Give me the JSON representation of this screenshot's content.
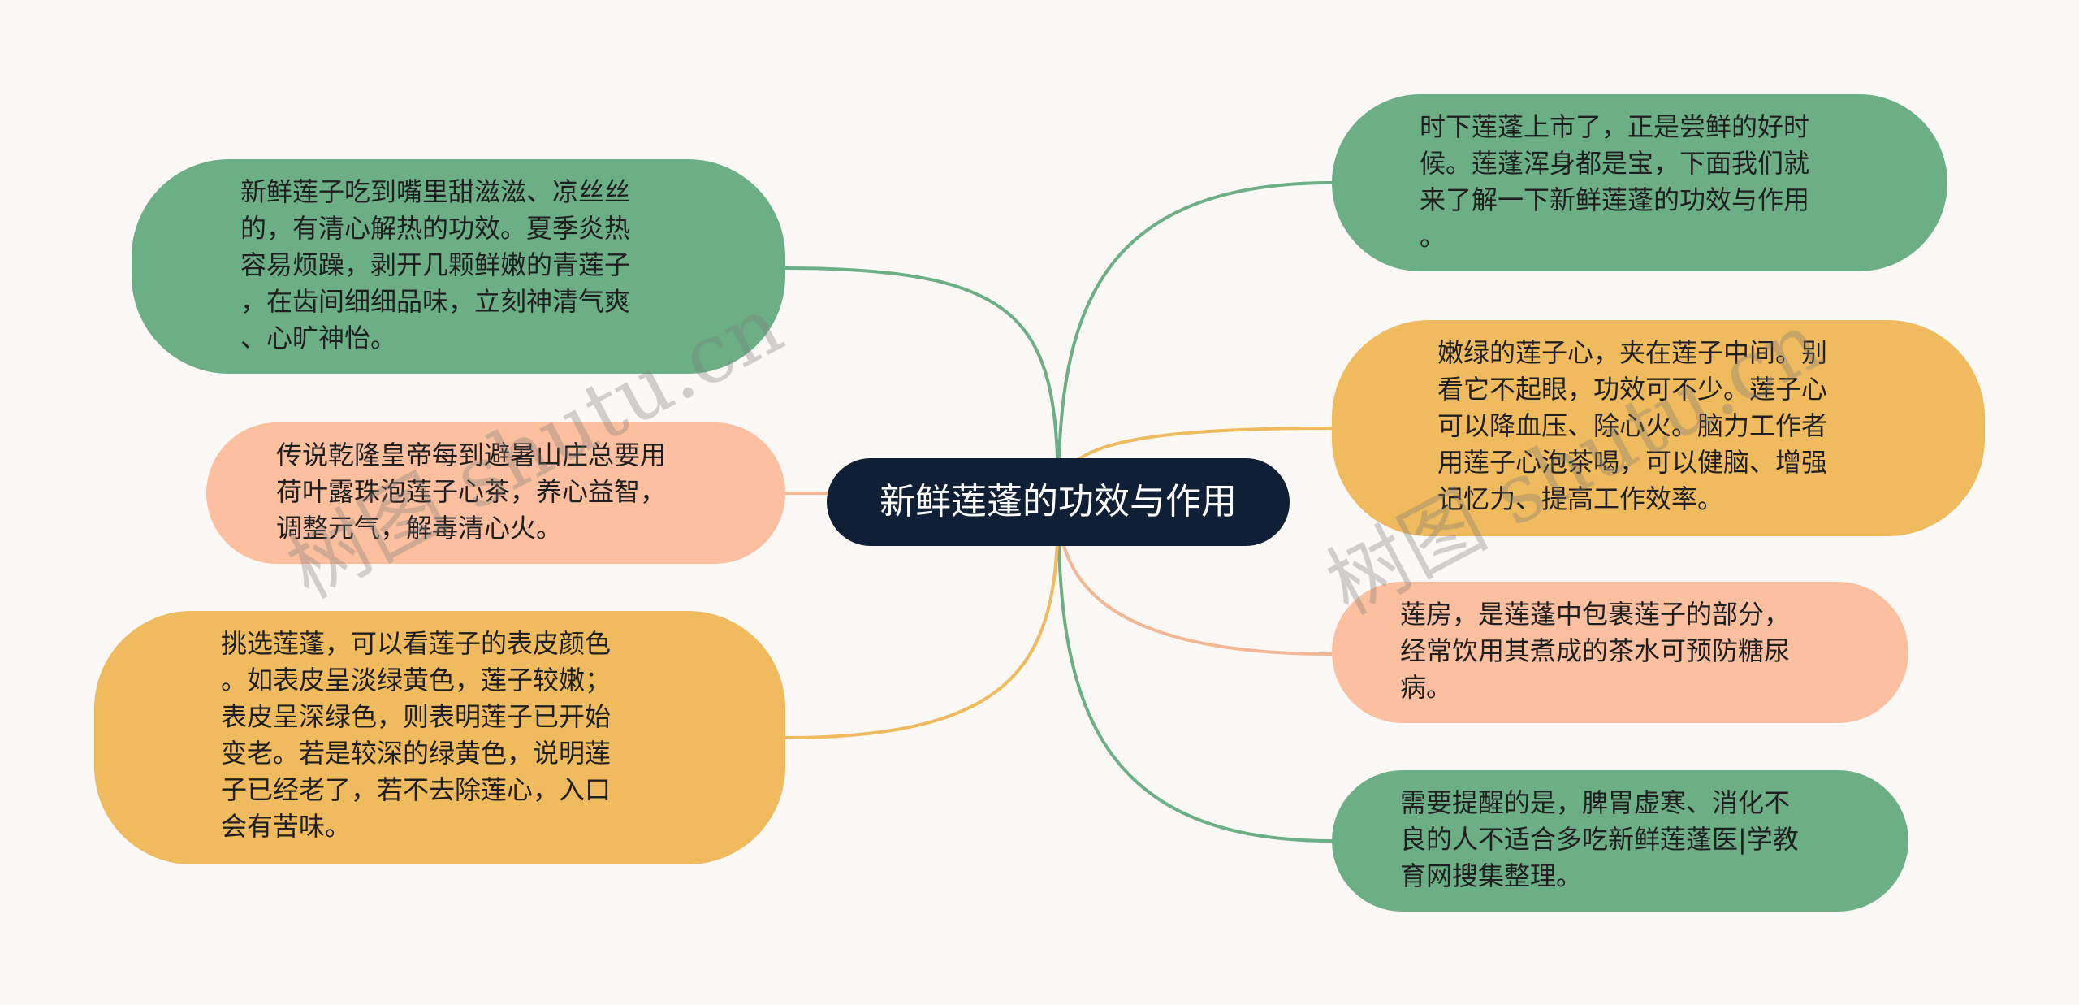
{
  "center": {
    "label": "新鲜莲蓬的功效与作用"
  },
  "nodes": {
    "left1": "新鲜莲子吃到嘴里甜滋滋、凉丝丝\n的，有清心解热的功效。夏季炎热\n容易烦躁，剥开几颗鲜嫩的青莲子\n，在齿间细细品味，立刻神清气爽\n、心旷神怡。",
    "left2": "传说乾隆皇帝每到避暑山庄总要用\n荷叶露珠泡莲子心茶，养心益智，\n调整元气，解毒清心火。",
    "left3": "挑选莲蓬，可以看莲子的表皮颜色\n。如表皮呈淡绿黄色，莲子较嫩；\n表皮呈深绿色，则表明莲子已开始\n变老。若是较深的绿黄色，说明莲\n子已经老了，若不去除莲心，入口\n会有苦味。",
    "right1": "时下莲蓬上市了，正是尝鲜的好时\n候。莲蓬浑身都是宝，下面我们就\n来了解一下新鲜莲蓬的功效与作用\n。",
    "right2": "嫩绿的莲子心，夹在莲子中间。别\n看它不起眼，功效可不少。莲子心\n可以降血压、除心火。脑力工作者\n用莲子心泡茶喝，可以健脑、增强\n记忆力、提高工作效率。",
    "right3": "莲房，是莲蓬中包裹莲子的部分，\n经常饮用其煮成的茶水可预防糖尿\n病。",
    "right4": "需要提醒的是，脾胃虚寒、消化不\n良的人不适合多吃新鲜莲蓬医|学教\n育网搜集整理。"
  },
  "watermarks": {
    "left": "树图 shutu.cn",
    "right": "树图 shutu.cn"
  },
  "colors": {
    "background": "#fcf8f6",
    "center": "#0f1f35",
    "green": "#6daf85",
    "yellow": "#efbb5e",
    "peach": "#fcbf9f"
  }
}
